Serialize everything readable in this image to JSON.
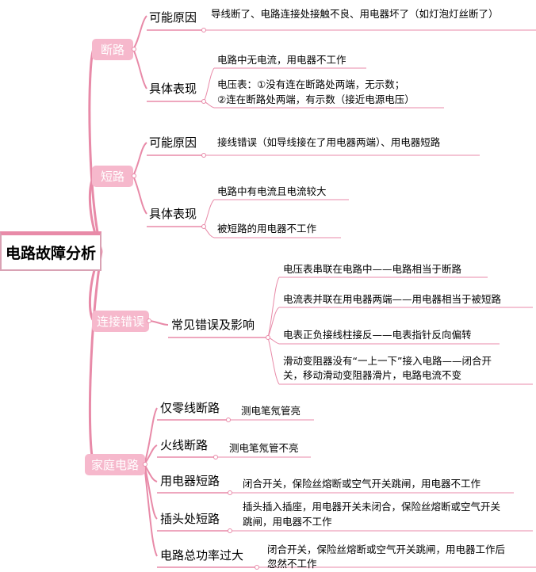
{
  "root": "电路故障分析",
  "branches": [
    {
      "label": "断路",
      "children": [
        {
          "label": "可能原因",
          "leaves": [
            "导线断了、电路连接处接触不良、用电器坏了（如灯泡灯丝断了）"
          ]
        },
        {
          "label": "具体表现",
          "leaves": [
            "电路中无电流，用电器不工作",
            "电压表：①没有连在断路处两端，无示数；",
            "②连在断路处两端，有示数（接近电源电压）"
          ]
        }
      ]
    },
    {
      "label": "短路",
      "children": [
        {
          "label": "可能原因",
          "leaves": [
            "接线错误（如导线接在了用电器两端）、用电器短路"
          ]
        },
        {
          "label": "具体表现",
          "leaves": [
            "电路中有电流且电流较大",
            "被短路的用电器不工作"
          ]
        }
      ]
    },
    {
      "label": "连接错误",
      "children": [
        {
          "label": "常见错误及影响",
          "leaves": [
            "电压表串联在电路中——电路相当于断路",
            "电流表并联在用电器两端——用电器相当于被短路",
            "电表正负接线柱接反——电表指针反向偏转",
            "滑动变阻器没有“一上一下”接入电路——闭合开",
            "关，移动滑动变阻器滑片，电路电流不变"
          ]
        }
      ]
    },
    {
      "label": "家庭电路",
      "children": [
        {
          "label": "仅零线断路",
          "leaves": [
            "测电笔氖管亮"
          ]
        },
        {
          "label": "火线断路",
          "leaves": [
            "测电笔氖管不亮"
          ]
        },
        {
          "label": "用电器短路",
          "leaves": [
            "闭合开关，保险丝熔断或空气开关跳闸，用电器不工作"
          ]
        },
        {
          "label": "插头处短路",
          "leaves": [
            "插头插入插座，用电器开关未闭合，保险丝熔断或空气开关",
            "跳闸，用电器不工作"
          ]
        },
        {
          "label": "电路总功率过大",
          "leaves": [
            "闭合开关，保险丝熔断或空气开关跳闸，用电器工作后",
            "忽然不工作"
          ]
        }
      ]
    }
  ],
  "colors": {
    "accent": "#f6b8cc",
    "line": "#e88aa8",
    "root_border": "#d9a2b4"
  }
}
